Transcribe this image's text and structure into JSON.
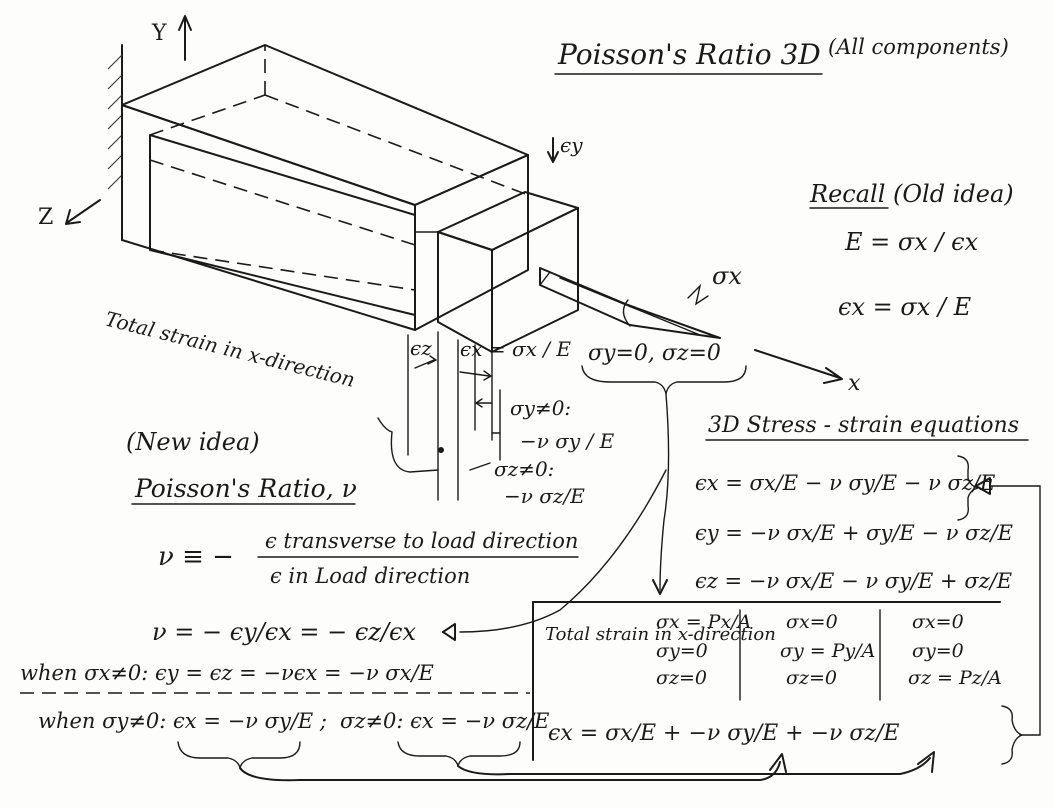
{
  "title": "Poisson's Ratio 3D",
  "title_note": "(All components)",
  "axes": {
    "y": "Y",
    "z": "Z",
    "x": "x"
  },
  "labels": {
    "ey": "ϵy",
    "ez": "ϵz",
    "sigma_x": "σx",
    "ex_eq": "ϵx = σx / E",
    "sy_sz_zero": "σy=0, σz=0",
    "total_strain": "Total strain in x-direction",
    "sy_nonzero": "σy≠0:",
    "sy_term": "−ν σy / E",
    "sz_nonzero": "σz≠0:",
    "sz_term": "−ν σz/E"
  },
  "recall": {
    "heading": "Recall (Old idea)",
    "line1": "E = σx / ϵx",
    "line2": "ϵx = σx / E"
  },
  "new_idea": {
    "heading": "(New idea)",
    "title": "Poisson's Ratio, ν",
    "def_lhs": "ν ≡ −",
    "def_num": "ϵ transverse to load direction",
    "def_den": "ϵ in Load direction",
    "ratio": "ν = − ϵy/ϵx = − ϵz/ϵx",
    "when_sx": "when σx≠0: ϵy = ϵz = −νϵx = −ν σx/E",
    "when_sy": "when σy≠0: ϵx = −ν σy/E ;",
    "when_sz": "σz≠0: ϵx = −ν σz/E"
  },
  "equations": {
    "heading": "3D Stress - strain equations",
    "eq1": "ϵx = σx/E − ν σy/E − ν σz/E",
    "eq2": "ϵy = −ν σx/E + σy/E − ν σz/E",
    "eq3": "ϵz = −ν σx/E − ν σy/E + σz/E"
  },
  "table": {
    "row_label": "Total strain in x-direction",
    "col1": [
      "σx = Px/A",
      "σy=0",
      "σz=0"
    ],
    "col2": [
      "σx=0",
      "σy = Py/A",
      "σz=0"
    ],
    "col3": [
      "σx=0",
      "σy=0",
      "σz = Pz/A"
    ],
    "sum": "ϵx = σx/E + −ν σy/E + −ν σz/E"
  }
}
